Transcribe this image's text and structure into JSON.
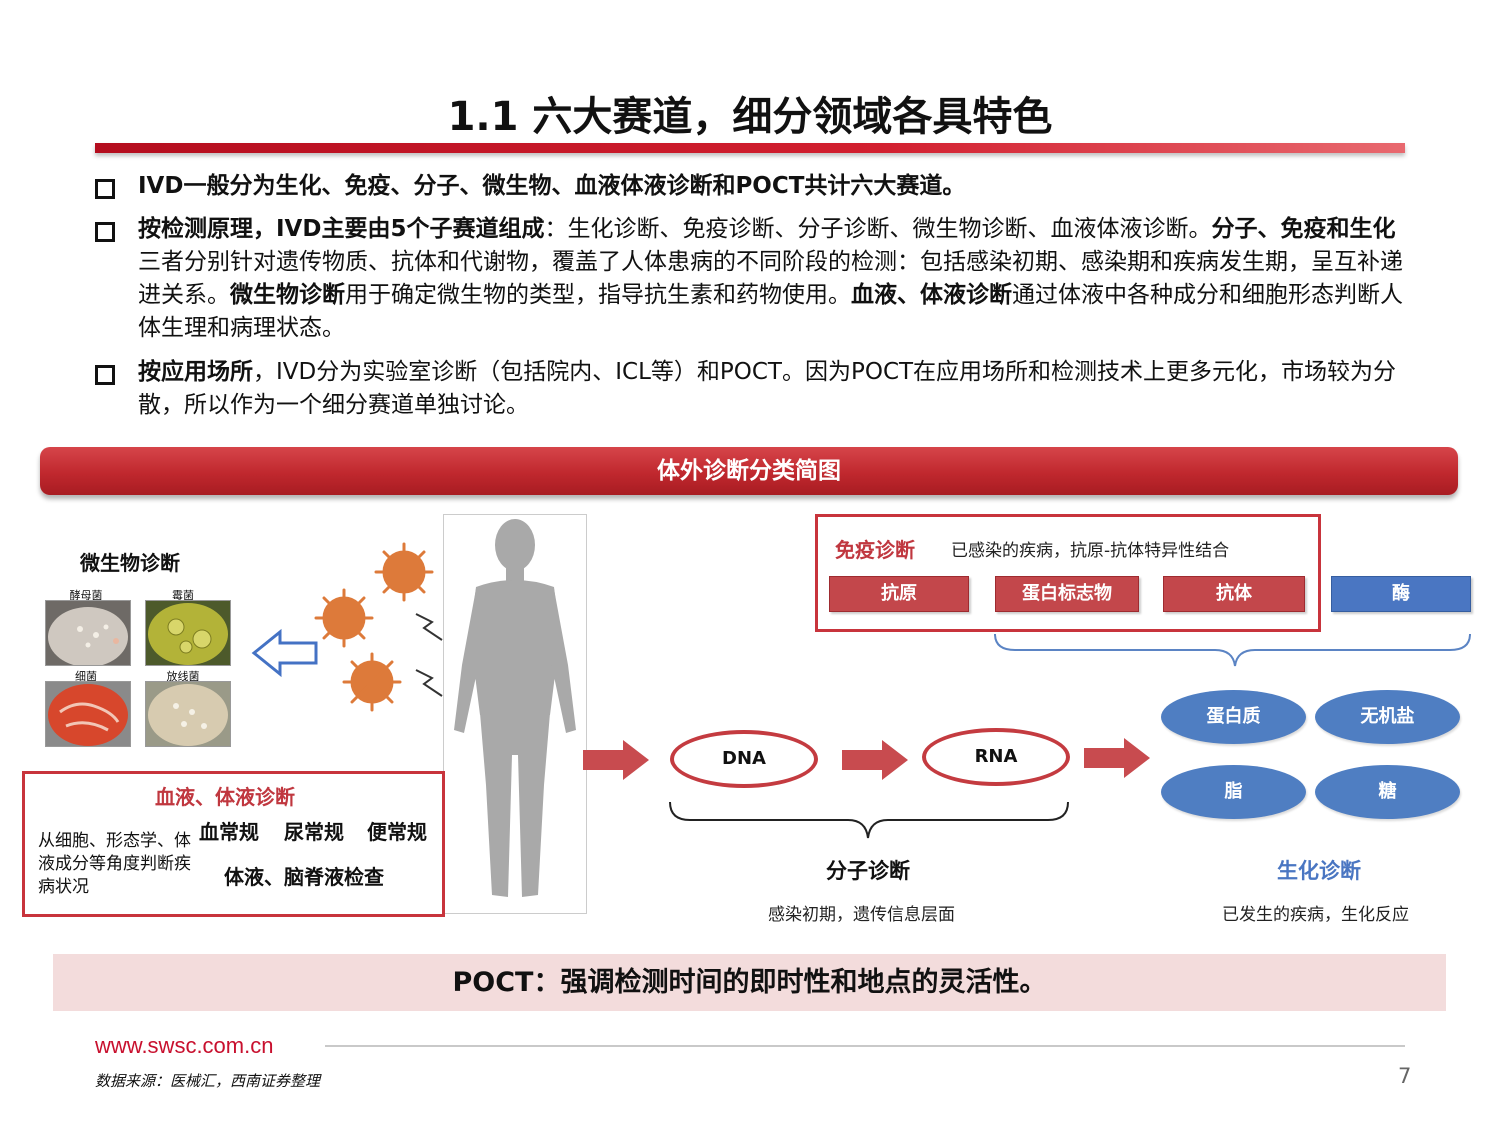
{
  "title": "1.1 六大赛道，细分领域各具特色",
  "bullets": {
    "b1": {
      "text": "IVD一般分为生化、免疫、分子、微生物、血液体液诊断和POCT共计六大赛道。"
    },
    "b2": {
      "bold1": "按检测原理，IVD主要由5个子赛道组成",
      "text1": "：生化诊断、免疫诊断、分子诊断、微生物诊断、血液体液诊断。",
      "bold2": "分子、免疫和生化",
      "text2": "三者分别针对遗传物质、抗体和代谢物，覆盖了人体患病的不同阶段的检测：包括感染初期、感染期和疾病发生期，呈互补递进关系。",
      "bold3": "微生物诊断",
      "text3": "用于确定微生物的类型，指导抗生素和药物使用。",
      "bold4": "血液、体液诊断",
      "text4": "通过体液中各种成分和细胞形态判断人体生理和病理状态。"
    },
    "b3": {
      "bold1": "按应用场所",
      "text1": "，IVD分为实验室诊断（包括院内、ICL等）和POCT。因为POCT在应用场所和检测技术上更多元化，市场较为分散，所以作为一个细分赛道单独讨论。"
    }
  },
  "banner": "体外诊断分类简图",
  "micro": {
    "title": "微生物诊断",
    "dishes": [
      "酵母菌",
      "霉菌",
      "细菌",
      "放线菌"
    ]
  },
  "blood": {
    "title": "血液、体液诊断",
    "desc": "从细胞、形态学、体液成分等角度判断疾病状况",
    "items": [
      "血常规",
      "尿常规",
      "便常规"
    ],
    "item4": "体液、脑脊液检查"
  },
  "immune": {
    "title": "免疫诊断",
    "desc": "已感染的疾病，抗原-抗体特异性结合",
    "pills": [
      "抗原",
      "蛋白标志物",
      "抗体"
    ],
    "enzyme": "酶"
  },
  "molecular": {
    "dna": "DNA",
    "rna": "RNA",
    "title": "分子诊断",
    "desc": "感染初期，遗传信息层面"
  },
  "biochem": {
    "items": [
      "蛋白质",
      "无机盐",
      "脂",
      "糖"
    ],
    "title": "生化诊断",
    "desc": "已发生的疾病，生化反应"
  },
  "poct": "POCT：强调检测时间的即时性和地点的灵活性。",
  "footer": {
    "site": "www.swsc.com.cn",
    "source": "数据来源：医械汇，西南证券整理",
    "page": "7"
  },
  "colors": {
    "brand_red": "#c8343c",
    "accent_blue": "#4f7ec2"
  }
}
